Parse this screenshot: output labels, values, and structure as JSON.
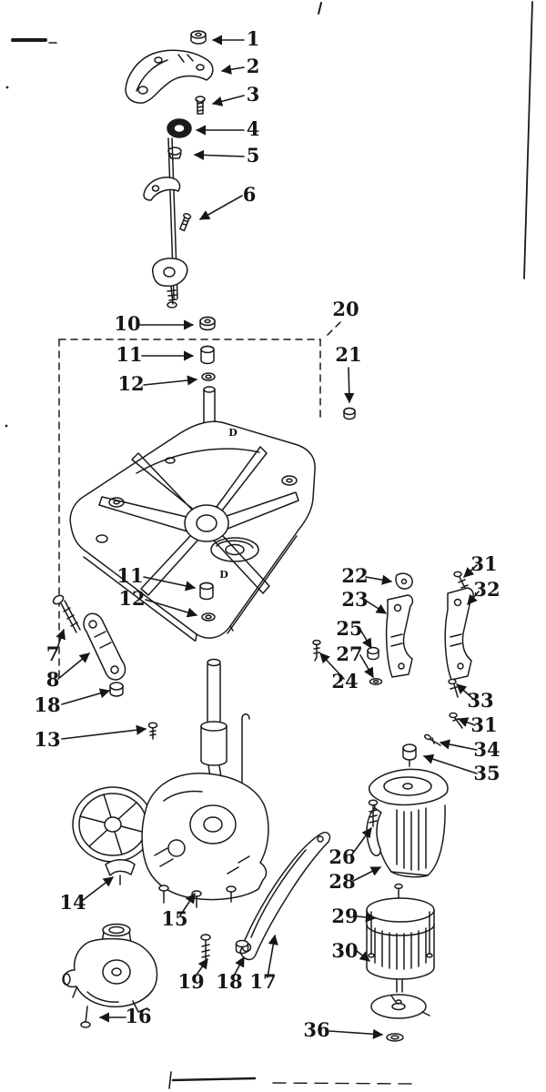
{
  "page": {
    "background": "#ffffff",
    "ink": "#1a1a1a",
    "description": "Black-and-white exploded parts diagram (washer drive / gearcase assembly) with numbered callout arrows"
  },
  "callouts": [
    {
      "label": "1"
    },
    {
      "label": "2"
    },
    {
      "label": "3"
    },
    {
      "label": "4"
    },
    {
      "label": "5"
    },
    {
      "label": "6"
    },
    {
      "label": "10"
    },
    {
      "label": "11"
    },
    {
      "label": "12"
    },
    {
      "label": "20"
    },
    {
      "label": "21"
    },
    {
      "label": "22"
    },
    {
      "label": "23"
    },
    {
      "label": "11"
    },
    {
      "label": "12"
    },
    {
      "label": "25"
    },
    {
      "label": "27"
    },
    {
      "label": "24"
    },
    {
      "label": "7"
    },
    {
      "label": "8"
    },
    {
      "label": "18"
    },
    {
      "label": "13"
    },
    {
      "label": "31"
    },
    {
      "label": "32"
    },
    {
      "label": "33"
    },
    {
      "label": "31"
    },
    {
      "label": "34"
    },
    {
      "label": "35"
    },
    {
      "label": "14"
    },
    {
      "label": "15"
    },
    {
      "label": "16"
    },
    {
      "label": "19"
    },
    {
      "label": "18"
    },
    {
      "label": "17"
    },
    {
      "label": "26"
    },
    {
      "label": "28"
    },
    {
      "label": "29"
    },
    {
      "label": "30"
    },
    {
      "label": "36"
    }
  ],
  "plate_marks": {
    "upper": "D",
    "lower": "D"
  }
}
